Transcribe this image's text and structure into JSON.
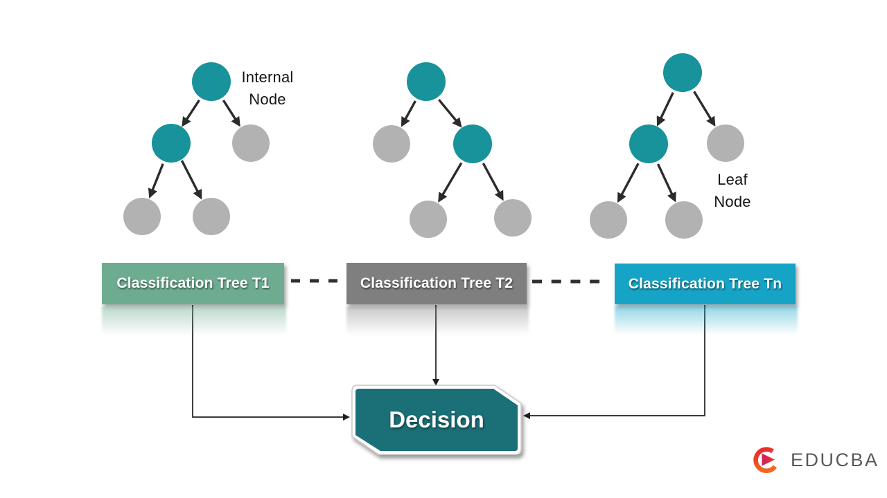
{
  "annotations": {
    "internal_node": {
      "line1": "Internal",
      "line2": "Node"
    },
    "leaf_node": {
      "line1": "Leaf",
      "line2": "Node"
    }
  },
  "boxes": [
    {
      "label": "Classification Tree T1",
      "color": "#6dac90"
    },
    {
      "label": "Classification Tree T2",
      "color": "#7f7f7f"
    },
    {
      "label": "Classification Tree Tn",
      "color": "#16a4c6"
    }
  ],
  "decision": {
    "label": "Decision",
    "color": "#1b6f77"
  },
  "trees": [
    {
      "name": "Classification Tree T1",
      "nodes": {
        "root": "internal",
        "left": "internal",
        "right": "leaf",
        "left_left": "leaf",
        "left_right": "leaf"
      }
    },
    {
      "name": "Classification Tree T2",
      "nodes": {
        "root": "internal",
        "left": "leaf",
        "right": "internal",
        "right_left": "leaf",
        "right_right": "leaf"
      }
    },
    {
      "name": "Classification Tree Tn",
      "nodes": {
        "root": "internal",
        "left": "internal",
        "right": "leaf",
        "left_left": "leaf",
        "left_right": "leaf"
      }
    }
  ],
  "brand": {
    "text": "EDUCBA"
  },
  "colors": {
    "internal_node": "#18929b",
    "leaf_node": "#b2b2b2",
    "tree_arrow": "#2b2b2b",
    "connector": "#1f1f1f",
    "dashed_link": "#2f2f2f",
    "logo_orange": "#f26722",
    "logo_red": "#e8262c",
    "logo_magenta": "#c61d6f"
  }
}
